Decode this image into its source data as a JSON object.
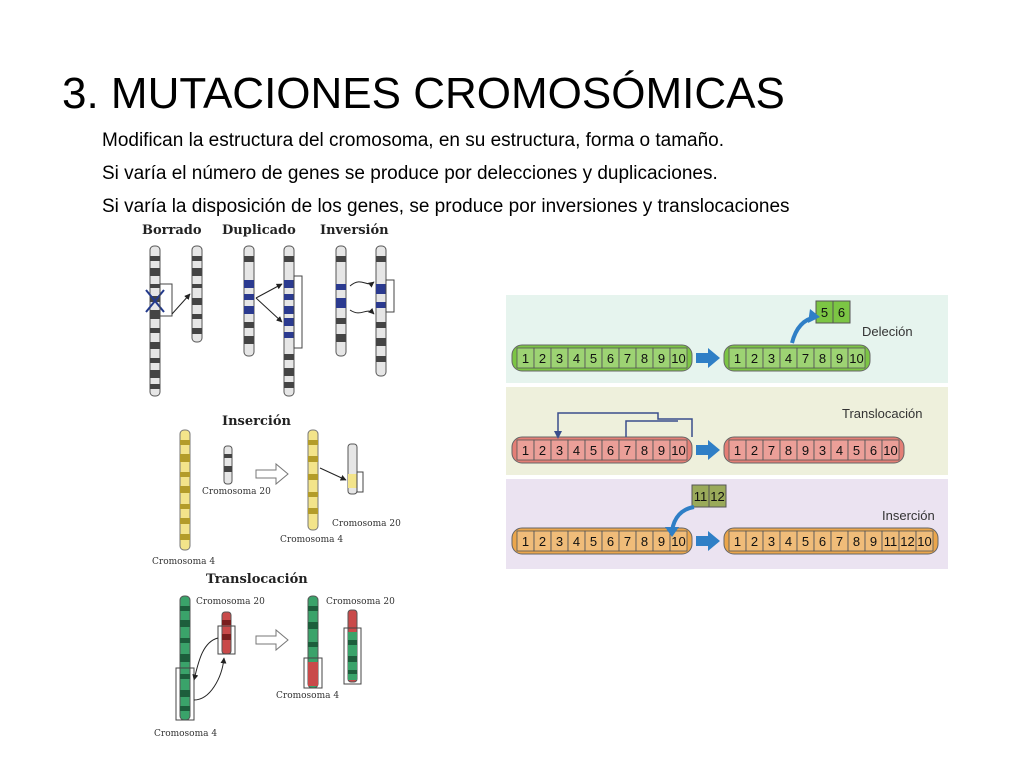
{
  "slide": {
    "title": "3. MUTACIONES CROMOSÓMICAS",
    "bullets": [
      "Modifican la estructura del cromosoma, en su estructura, forma o tamaño.",
      "Si varía el número de genes se produce por delecciones y duplicaciones.",
      "Si varía la disposición de los genes, se produce por inversiones y translocaciones"
    ]
  },
  "figure_left": {
    "top_labels": [
      "Borrado",
      "Duplicado",
      "Inversión"
    ],
    "insercion": {
      "title": "Inserción",
      "label_a": "Cromosoma 20",
      "label_b": "Cromosoma 20",
      "label_c": "Cromosoma 4",
      "label_d": "Cromosoma 4"
    },
    "translocacion": {
      "title": "Translocación",
      "label_a": "Cromosoma 20",
      "label_b": "Cromosoma 20",
      "label_c": "Cromosoma 4",
      "label_d": "Cromosoma 4"
    }
  },
  "figure_right": {
    "colors": {
      "panel1_bg": "#e6f4ee",
      "panel2_bg": "#eef0dc",
      "panel3_bg": "#ebe3f1",
      "green": "#7cc544",
      "red": "#e47f76",
      "orange": "#eba64c",
      "arrow": "#2f7fc6"
    },
    "panels": [
      {
        "label": "Deleción",
        "before": [
          "1",
          "2",
          "3",
          "4",
          "5",
          "6",
          "7",
          "8",
          "9",
          "10"
        ],
        "after": [
          "1",
          "2",
          "3",
          "4",
          "7",
          "8",
          "9",
          "10"
        ],
        "moved": [
          "5",
          "6"
        ]
      },
      {
        "label": "Translocación",
        "before": [
          "1",
          "2",
          "3",
          "4",
          "5",
          "6",
          "7",
          "8",
          "9",
          "10"
        ],
        "after": [
          "1",
          "2",
          "7",
          "8",
          "9",
          "3",
          "4",
          "5",
          "6",
          "10"
        ]
      },
      {
        "label": "Inserción",
        "before": [
          "1",
          "2",
          "3",
          "4",
          "5",
          "6",
          "7",
          "8",
          "9",
          "10"
        ],
        "after": [
          "1",
          "2",
          "3",
          "4",
          "5",
          "6",
          "7",
          "8",
          "9",
          "11",
          "12",
          "10"
        ],
        "moved": [
          "11",
          "12"
        ]
      }
    ]
  }
}
